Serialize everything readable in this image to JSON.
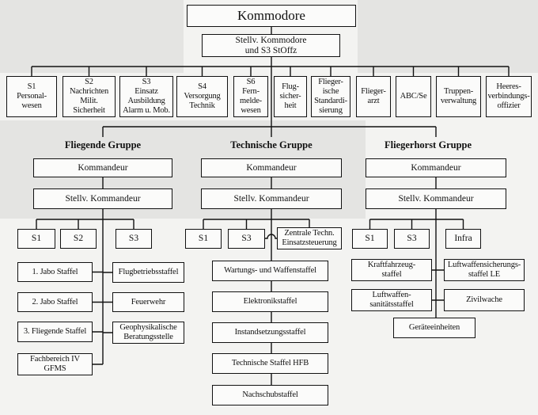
{
  "top": {
    "commander": "Kommodore",
    "deputy": [
      "Stellv. Kommodore",
      "und S3 StOffz"
    ]
  },
  "staff": [
    [
      "S1",
      "Personal-",
      "wesen"
    ],
    [
      "S2",
      "Nachrichten",
      "Milit.",
      "Sicherheit"
    ],
    [
      "S3",
      "Einsatz",
      "Ausbildung",
      "Alarm u. Mob."
    ],
    [
      "S4",
      "Versorgung",
      "Technik"
    ],
    [
      "S6",
      "Fern-",
      "melde-",
      "wesen"
    ],
    [
      "Flug-",
      "sicher-",
      "heit"
    ],
    [
      "Flieger-",
      "ische",
      "Standardi-",
      "sierung"
    ],
    [
      "Flieger-",
      "arzt"
    ],
    [
      "ABC/Se"
    ],
    [
      "Truppen-",
      "verwaltung"
    ],
    [
      "Heeres-",
      "verbindungs-",
      "offizier"
    ]
  ],
  "groups": {
    "fliegende": {
      "name": "Fliegende Gruppe",
      "commander": "Kommandeur",
      "deputy": "Stellv. Kommandeur",
      "staff": [
        "S1",
        "S2",
        "S3"
      ],
      "units_left": [
        [
          "1. Jabo Staffel"
        ],
        [
          "2. Jabo Staffel"
        ],
        [
          "3. Fliegende Staffel"
        ],
        [
          "Fachbereich IV",
          "GFMS"
        ]
      ],
      "units_right": [
        [
          "Flugbetriebsstaffel"
        ],
        [
          "Feuerwehr"
        ],
        [
          "Geophysikalische",
          "Beratungsstelle"
        ]
      ]
    },
    "technische": {
      "name": "Technische Gruppe",
      "commander": "Kommandeur",
      "deputy": "Stellv. Kommandeur",
      "staff": [
        "S1",
        "S3"
      ],
      "control": [
        "Zentrale Techn.",
        "Einsatzsteuerung"
      ],
      "units": [
        "Wartungs- und Waffenstaffel",
        "Elektronikstaffel",
        "Instandsetzungsstaffel",
        "Technische Staffel HFB",
        "Nachschubstaffel"
      ]
    },
    "fliegerhorst": {
      "name": "Fliegerhorst Gruppe",
      "commander": "Kommandeur",
      "deputy": "Stellv. Kommandeur",
      "staff": [
        "S1",
        "S3",
        "Infra"
      ],
      "units_left": [
        [
          "Kraftfahrzeug-",
          "staffel"
        ],
        [
          "Luftwaffen-",
          "sanitätsstaffel"
        ]
      ],
      "units_right": [
        [
          "Luftwaffensicherungs-",
          "staffel LE"
        ],
        [
          "Zivilwache"
        ]
      ],
      "units_bottom": "Geräteeinheiten"
    }
  }
}
